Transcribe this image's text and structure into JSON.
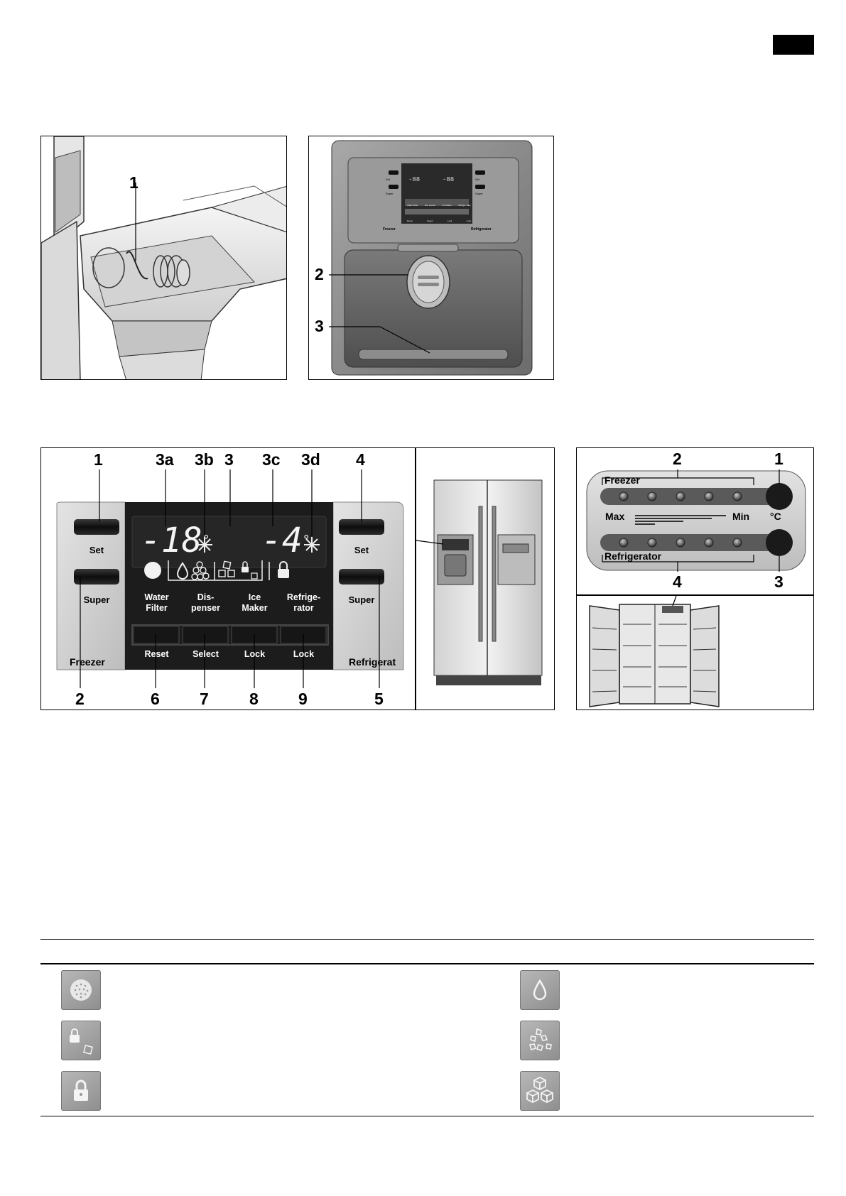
{
  "figure1": {
    "callouts": [
      "1"
    ]
  },
  "figure2": {
    "callouts": [
      "2",
      "3"
    ],
    "mini_panel": {
      "temps": [
        "-88",
        "-88"
      ],
      "buttons_left": [
        "Set",
        "Super"
      ],
      "buttons_right": [
        "Set",
        "Super"
      ],
      "labels": [
        "Water Filter",
        "Dis- penser",
        "Ice Maker",
        "Refrige- rator"
      ],
      "bottom_labels": [
        "Reset",
        "Select",
        "Lock",
        "Lock"
      ],
      "zones": [
        "Freezer",
        "Refrigerator"
      ]
    }
  },
  "figure3": {
    "callouts_top": [
      "1",
      "3a",
      "3b",
      "3",
      "3c",
      "3d",
      "4"
    ],
    "callouts_bottom": [
      "2",
      "6",
      "7",
      "8",
      "9",
      "5"
    ],
    "freezer_temp": "-18",
    "fridge_temp": "-4",
    "degree": "°",
    "left_buttons": [
      "Set",
      "Super"
    ],
    "right_buttons": [
      "Set",
      "Super"
    ],
    "function_labels": [
      [
        "Water",
        "Filter"
      ],
      [
        "Dis-",
        "penser"
      ],
      [
        "Ice",
        "Maker"
      ],
      [
        "Refrige-",
        "rator"
      ]
    ],
    "bottom_labels": [
      "Reset",
      "Select",
      "Lock",
      "Lock"
    ],
    "zone_left": "Freezer",
    "zone_right": "Refrigerat"
  },
  "figure4": {
    "callouts_top": [
      "2",
      "1"
    ],
    "callouts_bottom": [
      "4",
      "3"
    ],
    "freezer_label": "Freezer",
    "refrigerator_label": "Refrigerator",
    "max_label": "Max",
    "min_label": "Min",
    "unit_label": "°C"
  },
  "icon_table": {
    "left_icons": [
      "filter-icon",
      "ice-maker-lock-icon",
      "lock-icon"
    ],
    "right_icons": [
      "water-drop-icon",
      "crushed-ice-icon",
      "ice-cubes-icon"
    ]
  },
  "colors": {
    "panel_dark": "#1c1c1c",
    "panel_light": "#d8d8d8",
    "marker": "#000000"
  }
}
